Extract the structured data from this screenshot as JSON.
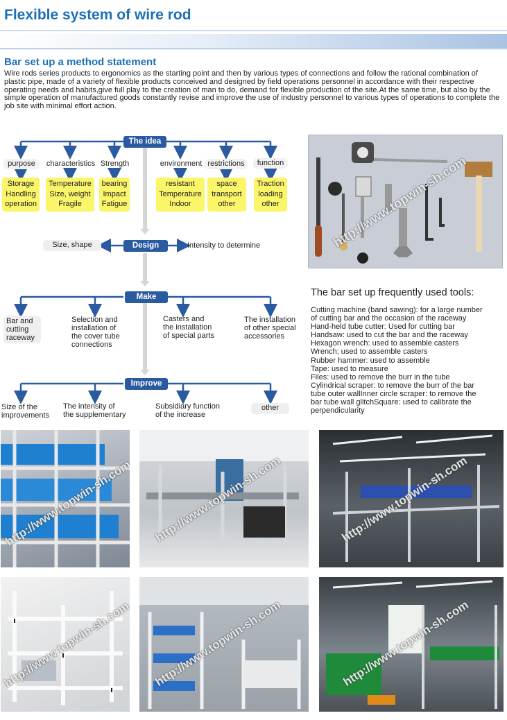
{
  "header": {
    "title": "Flexible system of wire rod",
    "subtitle": "Bar set up a method statement",
    "intro": "Wire rods series products to ergonomics as the starting point and then by various types of connections and follow the rational combination of plastic pipe, made of a variety of flexible products conceived and designed by field operations personnel in accordance with their respective operating needs and habits,give full play to the creation of man to do, demand for flexible production of the site.At the same time, but also by the simple operation of manufactured goods constantly revise and improve the use of industry personnel to various types of operations to complete the job site with minimal effort action."
  },
  "flow": {
    "idea": "The idea",
    "idea_labels": [
      "purpose",
      "characteristics",
      "Strength",
      "environment",
      "restrictions",
      "function"
    ],
    "idea_boxes": [
      [
        "Storage",
        "Handling",
        "operation"
      ],
      [
        "Temperature",
        "Size, weight",
        "Fragile"
      ],
      [
        "bearing",
        "Impact",
        "Fatigue"
      ],
      [
        "resistant",
        "Temperature",
        "Indoor"
      ],
      [
        "space",
        "transport",
        "other"
      ],
      [
        "Traction",
        "loading",
        "other"
      ]
    ],
    "design": "Design",
    "design_left": "Size, shape",
    "design_right": "Intensity to determine",
    "make": "Make",
    "make_items": [
      [
        "Bar and",
        "cutting",
        "raceway"
      ],
      [
        "Selection and",
        "installation of",
        "the cover tube",
        "connections"
      ],
      [
        "Casters and",
        "the installation",
        "of special parts"
      ],
      [
        "The installation",
        "of other special",
        "accessories"
      ]
    ],
    "improve": "Improve",
    "improve_items": [
      [
        "Size of the",
        "improvements"
      ],
      [
        "The intensity of",
        "the supplementary"
      ],
      [
        "Subsidiary function",
        "of the increase"
      ],
      [
        "other"
      ]
    ]
  },
  "tools": {
    "title": "The bar set up frequently used tools:",
    "lines": [
      "Cutting machine (band sawing): for a large number",
      "of cutting bar and the occasion of the raceway",
      "Hand-held tube cutter: Used for cutting bar",
      "Handsaw: used to cut the bar and the raceway",
      " Hexagon wrench: used to assemble casters",
      "Wrench; used to assemble casters",
      "Rubber hammer: used to assemble",
      "Tape: used to measure",
      "Files: used to remove the burr in the tube",
      "Cylindrical scraper: to remove the burr of the bar",
      "tube outer wallInner circle scraper: to remove the",
      "bar tube wall glitchSquare: used to calibrate the",
      "perpendicularity"
    ]
  },
  "watermark": "http://www.topwin-sh.com",
  "colors": {
    "brand": "#1a6fb8",
    "stage": "#2a5aa0",
    "highlight": "#fbf56a"
  },
  "icons": [
    "arrow-down-icon",
    "arrow-left-icon",
    "arrow-right-icon"
  ]
}
